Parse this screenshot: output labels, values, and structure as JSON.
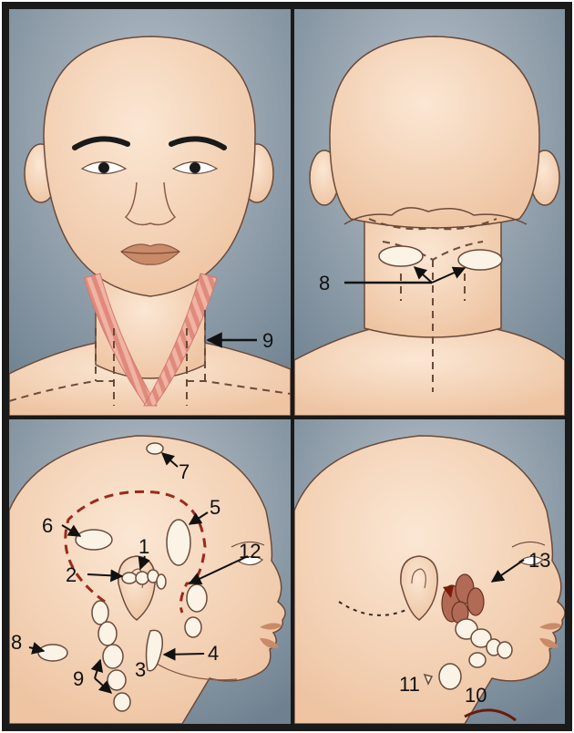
{
  "labels": {
    "n1": "1",
    "n2": "2",
    "n3": "3",
    "n4": "4",
    "n5": "5",
    "n6": "6",
    "n7": "7",
    "n8": "8",
    "n9": "9",
    "n10": "10",
    "n11": "11",
    "n12": "12",
    "n13": "13"
  },
  "colors": {
    "skin": "#f6dcc4",
    "skin_shade": "#e9c0a0",
    "background": "#8a9aa8",
    "outline": "#6b4a3a",
    "node_fill": "#fbf4e6",
    "muscle": "#e7958a",
    "lips": "#c98a6a",
    "dashed_red": "#9a2a1a",
    "gland": "#b06a55"
  }
}
